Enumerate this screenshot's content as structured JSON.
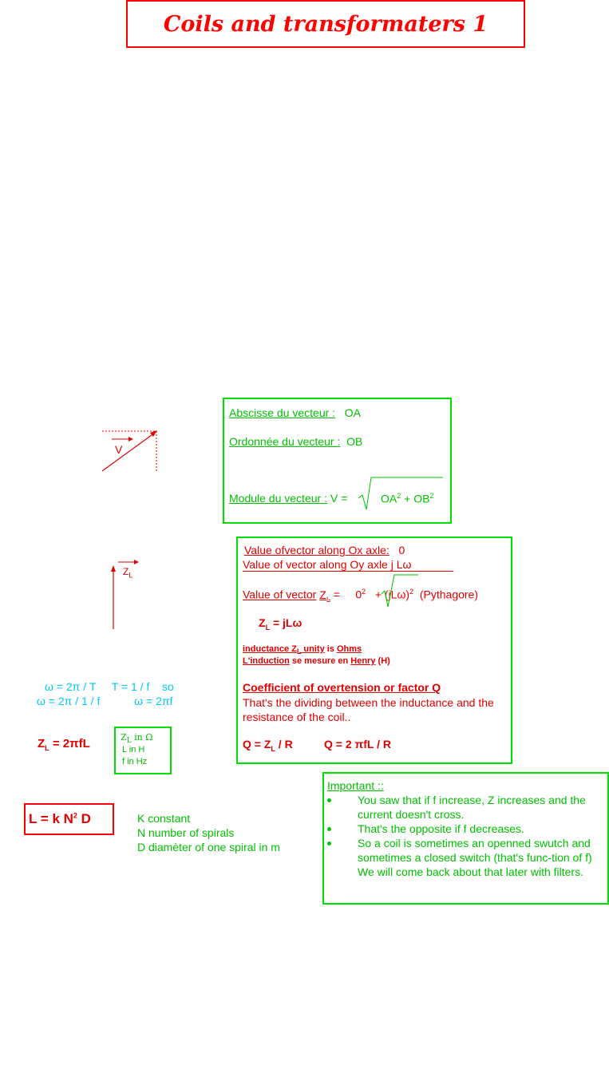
{
  "title": "Coils and transformaters 1",
  "colors": {
    "red": "#ff0000",
    "green": "#00c000",
    "cyan": "#00c8ff"
  },
  "vector_diagram": {
    "label": "V"
  },
  "vector_box": {
    "abscisse_label": "Abscisse du vecteur :",
    "abscisse_value": "OA",
    "ordonnee_label": "Ordonnée du vecteur :",
    "ordonnee_value": "OB",
    "module_label": "Module du vecteur :",
    "module_lhs": "V =",
    "module_rhs_a": "OA",
    "module_rhs_plus": "+ OB",
    "sup2": "2"
  },
  "zl_diagram": {
    "label_z": "Z",
    "label_sub": "L"
  },
  "zl_box": {
    "line1_label": "Value ofvector along Ox axle:",
    "line1_value": "0",
    "line2": "Value of vector along Oy axle j Lω",
    "line3_label": "Value of vector",
    "line3_z": "Z",
    "line3_sub": "L",
    "line3_eq": "=",
    "line3_zero": "0",
    "line3_sq": "2",
    "line3_plus": "+ (jLω)",
    "line3_sq2": "2",
    "line3_note": "(Pythagore)",
    "zl_formula_z": "Z",
    "zl_formula_sub": "L",
    "zl_formula_rhs": "= jLω",
    "unity_a": "inductance Z",
    "unity_sub": "L",
    "unity_b": "unity",
    "unity_c": "is",
    "unity_d": "Ohms",
    "induction_a": "L'induction",
    "induction_b": "se mesure en",
    "induction_c": "Henry",
    "induction_d": "(H)",
    "coef_title": "Coefficient of overtension or factor Q",
    "coef_text": "That's the dividing between the inductance and the resistance of the coil..",
    "q1_a": "Q = Z",
    "q1_sub": "L",
    "q1_b": "/ R",
    "q2": "Q = 2 πfL / R"
  },
  "omega": {
    "line1_a": "ω = 2π / T",
    "line1_b": "T = 1 / f",
    "line1_c": "so",
    "line2_a": "ω = 2π / 1 / f",
    "line2_b": "ω = 2πf"
  },
  "zl_eq": {
    "z": "Z",
    "sub": "L",
    "rhs": "=  2πfL"
  },
  "units_box": {
    "l1_a": "Z",
    "l1_sub": "L",
    "l1_b": "in Ω",
    "l2": "L in H",
    "l3": "f in Hz"
  },
  "l_eq": {
    "a": "L = k N",
    "sup": "2",
    "b": "D"
  },
  "l_legend": {
    "k": "K constant",
    "n": "N number of spirals",
    "d": "D diamèter of one spiral in m"
  },
  "important": {
    "title": "Important ::",
    "items": [
      "You saw that if f increase, Z increases and the current doesn't cross.",
      "That's the opposite if f decreases.",
      "So a coil is sometimes an openned swutch and sometimes a closed switch (that's func-tion of f) We will come back about that later with filters."
    ]
  }
}
